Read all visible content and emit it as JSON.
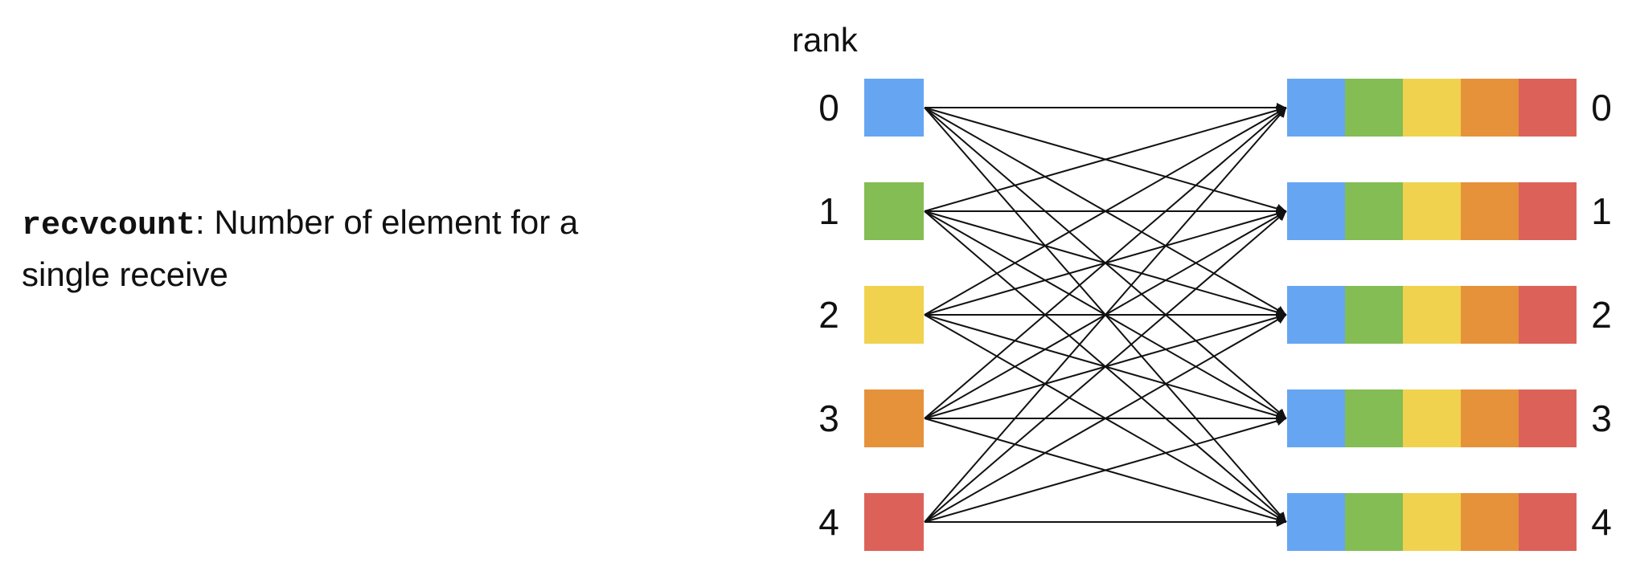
{
  "caption": {
    "code_term": "recvcount",
    "text": ": Number of element for a single receive"
  },
  "header": {
    "rank_label": "rank"
  },
  "ranks": [
    "0",
    "1",
    "2",
    "3",
    "4"
  ],
  "colors": {
    "rank_0": "#66a5f2",
    "rank_1": "#84bd54",
    "rank_2": "#f0d24f",
    "rank_3": "#e5923b",
    "rank_4": "#dc6259",
    "line": "#111111"
  }
}
